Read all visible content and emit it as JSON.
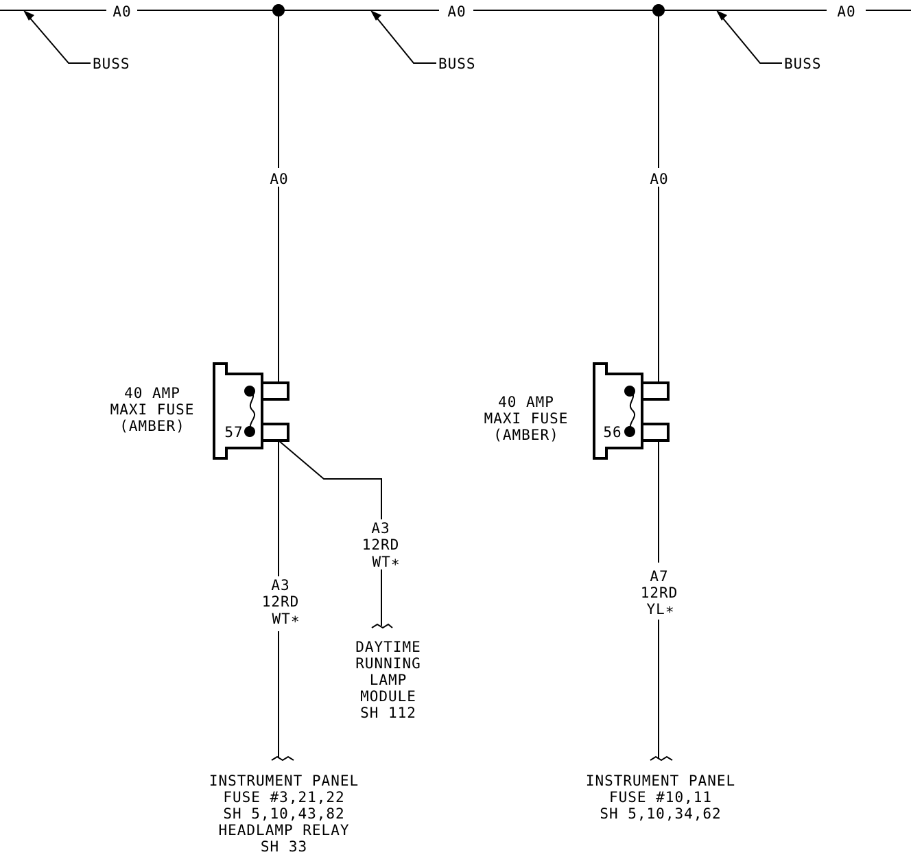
{
  "bus": {
    "wire_label": "A0",
    "buss_label": "BUSS"
  },
  "left": {
    "feed_wire": "A0",
    "fuse": {
      "rating": "40 AMP",
      "type": "MAXI FUSE",
      "color": "(AMBER)",
      "number": "57"
    },
    "branch_wire": {
      "circuit": "A3",
      "gauge_color": "12RD",
      "tracer": "WT∗"
    },
    "branch_dest": [
      "DAYTIME",
      "RUNNING",
      "LAMP",
      "MODULE",
      "SH 112"
    ],
    "main_wire": {
      "circuit": "A3",
      "gauge_color": "12RD",
      "tracer": "WT∗"
    },
    "main_dest": [
      "INSTRUMENT PANEL",
      "FUSE #3,21,22",
      "SH 5,10,43,82",
      "HEADLAMP RELAY",
      "SH 33"
    ]
  },
  "right": {
    "feed_wire": "A0",
    "fuse": {
      "rating": "40 AMP",
      "type": "MAXI FUSE",
      "color": "(AMBER)",
      "number": "56"
    },
    "main_wire": {
      "circuit": "A7",
      "gauge_color": "12RD",
      "tracer": "YL∗"
    },
    "main_dest": [
      "INSTRUMENT PANEL",
      "FUSE #10,11",
      "SH 5,10,34,62"
    ]
  }
}
